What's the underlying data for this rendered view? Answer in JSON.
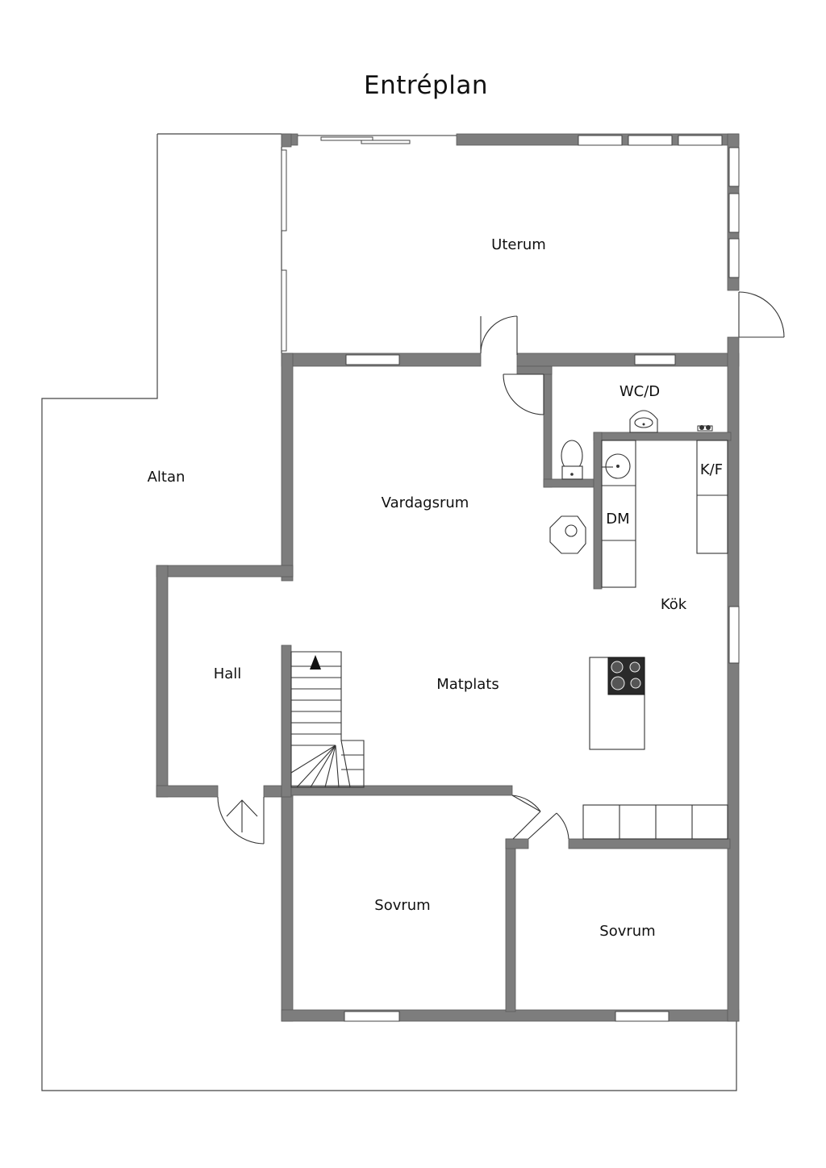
{
  "title": "Entréplan",
  "rooms": {
    "uterum": "Uterum",
    "wc": "WC/D",
    "altan": "Altan",
    "vardagsrum": "Vardagsrum",
    "kf": "K/F",
    "dm": "DM",
    "kok": "Kök",
    "hall": "Hall",
    "matplats": "Matplats",
    "sovrum1": "Sovrum",
    "sovrum2": "Sovrum"
  },
  "colors": {
    "wall": "#7d7d7d",
    "line": "#333333",
    "background": "#ffffff"
  },
  "icons": [
    "stair-arrow-icon",
    "entrance-arrow-icon",
    "stove-icon",
    "toilet-icon",
    "sink-icon"
  ]
}
